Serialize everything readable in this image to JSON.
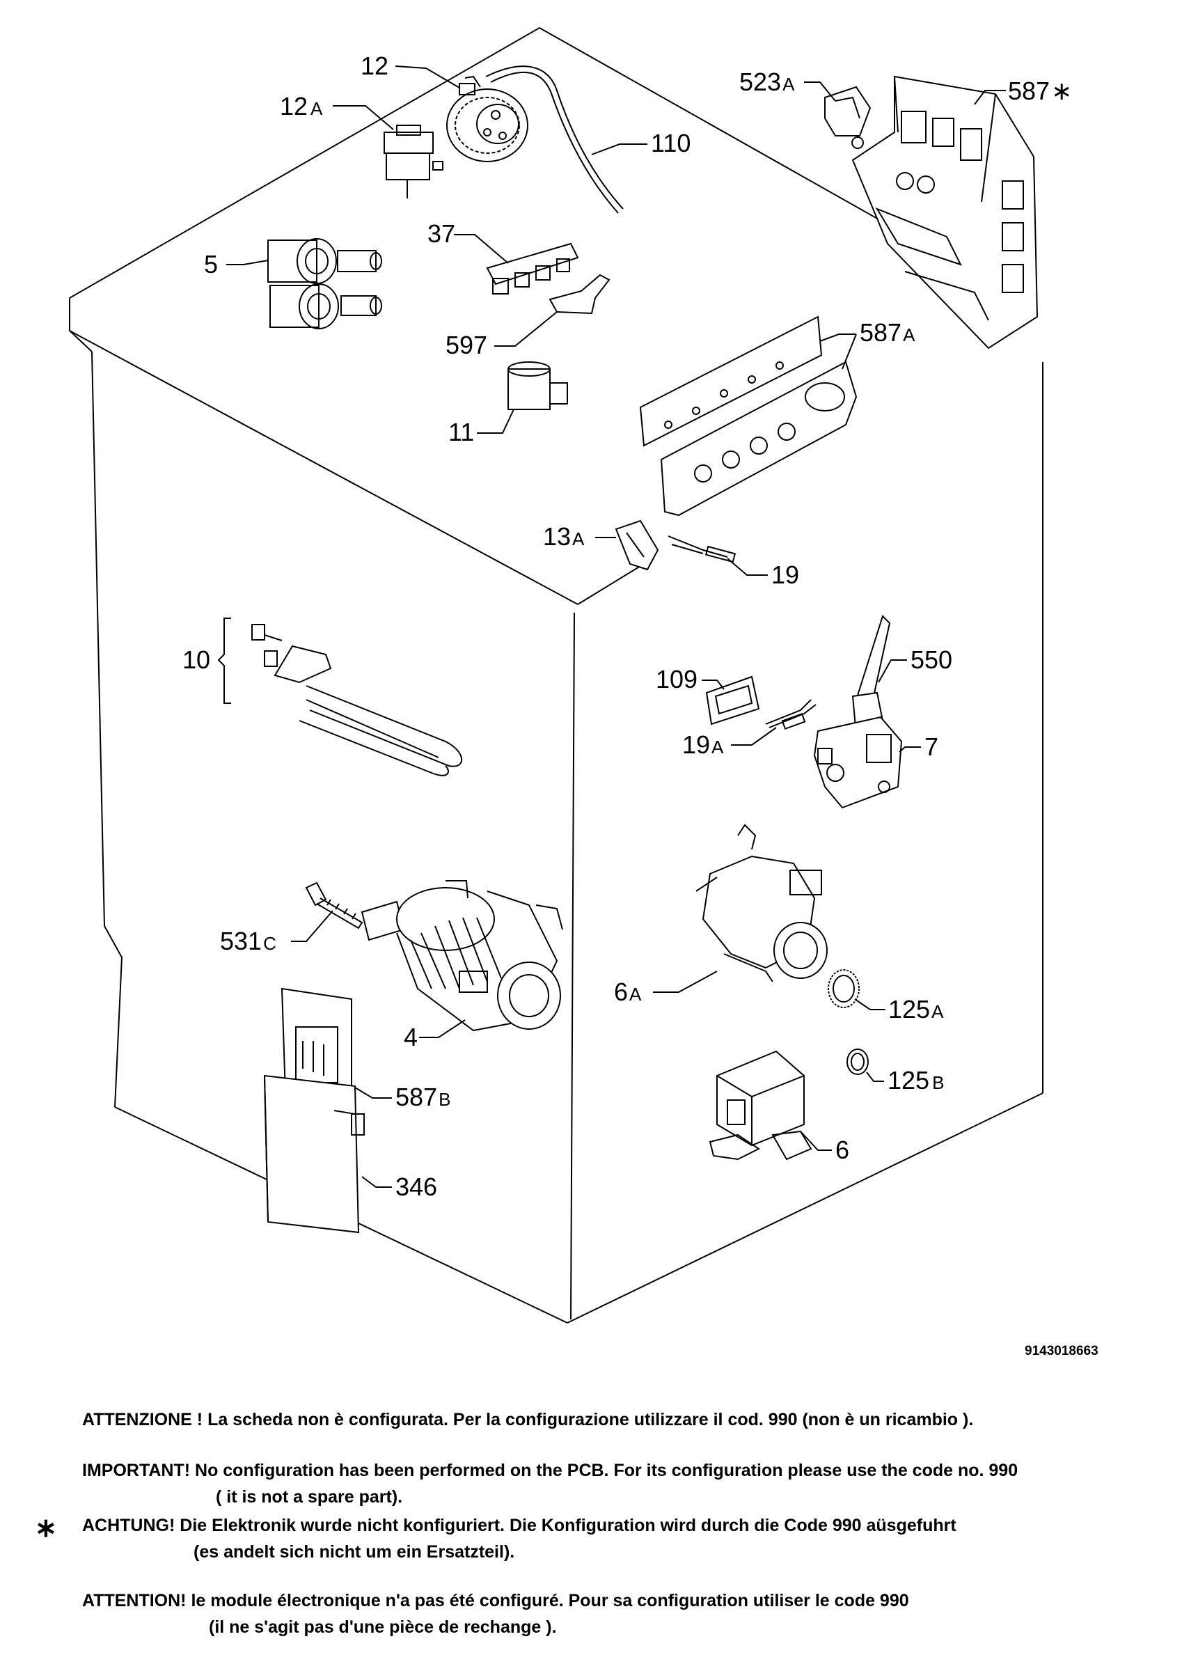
{
  "diagram": {
    "callouts": [
      {
        "id": "12",
        "num": "12",
        "suffix": ""
      },
      {
        "id": "12a",
        "num": "12",
        "suffix": "A"
      },
      {
        "id": "110",
        "num": "110",
        "suffix": ""
      },
      {
        "id": "5",
        "num": "5",
        "suffix": ""
      },
      {
        "id": "37",
        "num": "37",
        "suffix": ""
      },
      {
        "id": "597",
        "num": "597",
        "suffix": ""
      },
      {
        "id": "11",
        "num": "11",
        "suffix": ""
      },
      {
        "id": "523a",
        "num": "523",
        "suffix": "A"
      },
      {
        "id": "587star",
        "num": "587",
        "suffix": "∗"
      },
      {
        "id": "587a",
        "num": "587",
        "suffix": "A"
      },
      {
        "id": "13a",
        "num": "13",
        "suffix": "A"
      },
      {
        "id": "19",
        "num": "19",
        "suffix": ""
      },
      {
        "id": "10",
        "num": "10",
        "suffix": ""
      },
      {
        "id": "109",
        "num": "109",
        "suffix": ""
      },
      {
        "id": "550",
        "num": "550",
        "suffix": ""
      },
      {
        "id": "19a",
        "num": "19",
        "suffix": "A"
      },
      {
        "id": "7",
        "num": "7",
        "suffix": ""
      },
      {
        "id": "531c",
        "num": "531",
        "suffix": "C"
      },
      {
        "id": "6a",
        "num": "6",
        "suffix": "A"
      },
      {
        "id": "125a",
        "num": "125",
        "suffix": "A"
      },
      {
        "id": "4",
        "num": "4",
        "suffix": ""
      },
      {
        "id": "125b",
        "num": "125",
        "suffix": "B"
      },
      {
        "id": "587b",
        "num": "587",
        "suffix": "B"
      },
      {
        "id": "6",
        "num": "6",
        "suffix": ""
      },
      {
        "id": "346",
        "num": "346",
        "suffix": ""
      }
    ],
    "drawing_code": "9143018663"
  },
  "notes": {
    "it": {
      "line1": "ATTENZIONE ! La scheda non è configurata. Per la configurazione utilizzare il cod. 990 (non è un ricambio )."
    },
    "en": {
      "line1": "IMPORTANT! No configuration has been performed on the PCB. For its configuration please use the code no. 990",
      "line2": "( it is not a spare part)."
    },
    "de": {
      "marker": "∗",
      "line1": "ACHTUNG! Die Elektronik wurde nicht konfiguriert. Die Konfiguration wird durch die Code 990 aüsgefuhrt",
      "line2": "(es andelt sich nicht um ein Ersatzteil)."
    },
    "fr": {
      "line1": "ATTENTION! le module électronique n'a pas été configuré. Pour  sa configuration utiliser le code 990",
      "line2": "(il ne s'agit pas d'une pièce de rechange )."
    }
  }
}
